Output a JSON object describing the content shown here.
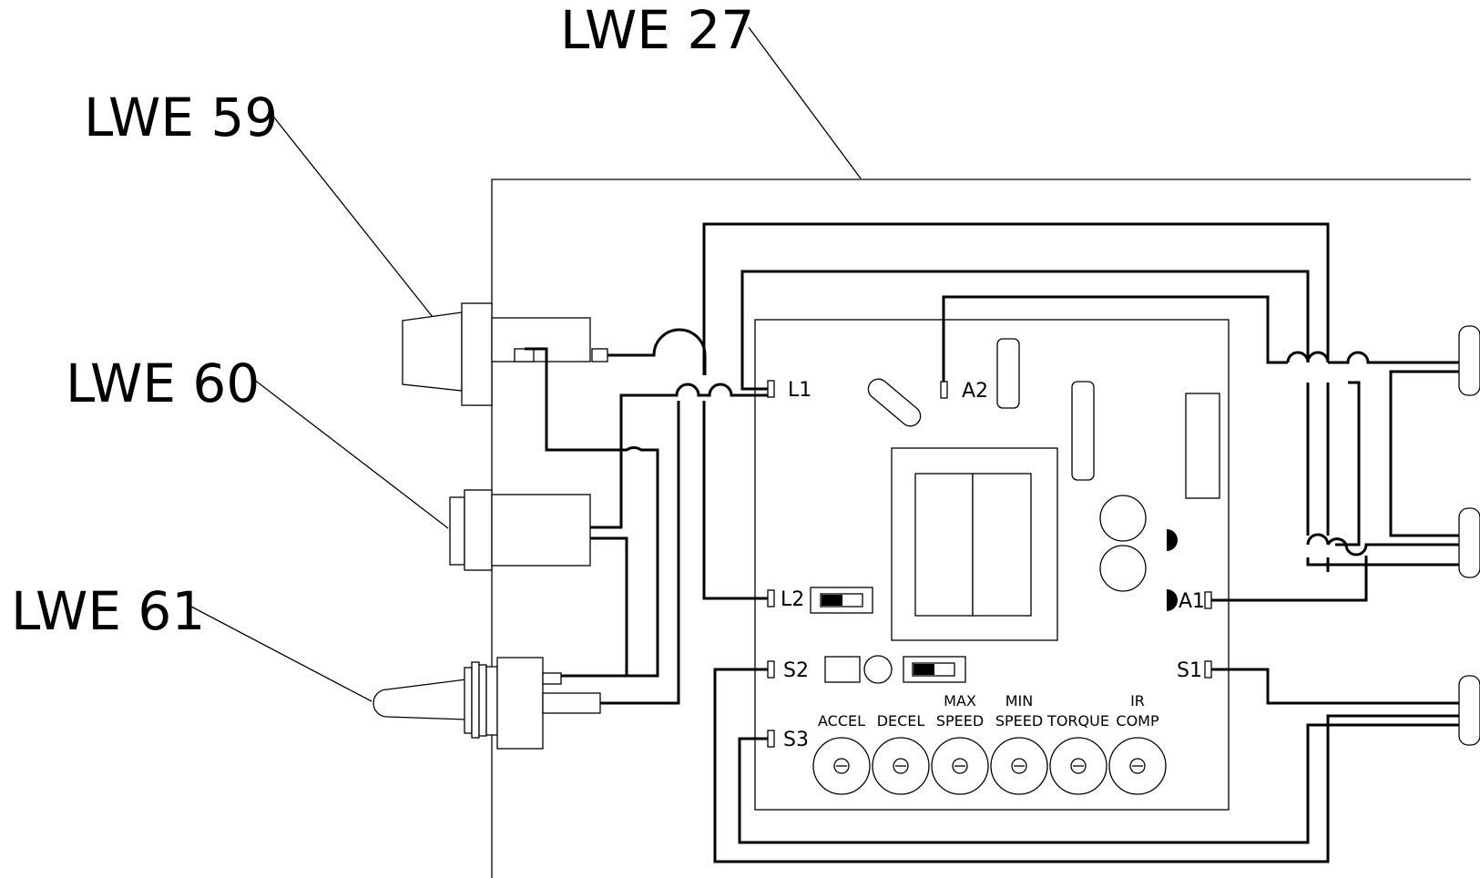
{
  "callouts": {
    "lwe27": "LWE 27",
    "lwe59": "LWE 59",
    "lwe60": "LWE 60",
    "lwe61": "LWE 61"
  },
  "terminals": {
    "l1": "L1",
    "l2": "L2",
    "a1": "A1",
    "a2": "A2",
    "s1": "S1",
    "s2": "S2",
    "s3": "S3"
  },
  "potentiometers": [
    {
      "line1": "",
      "line2": "ACCEL"
    },
    {
      "line1": "",
      "line2": "DECEL"
    },
    {
      "line1": "MAX",
      "line2": "SPEED"
    },
    {
      "line1": "MIN",
      "line2": "SPEED"
    },
    {
      "line1": "",
      "line2": "TORQUE"
    },
    {
      "line1": "IR",
      "line2": "COMP"
    }
  ],
  "colors": {
    "ink": "#000000",
    "paper": "#ffffff"
  }
}
